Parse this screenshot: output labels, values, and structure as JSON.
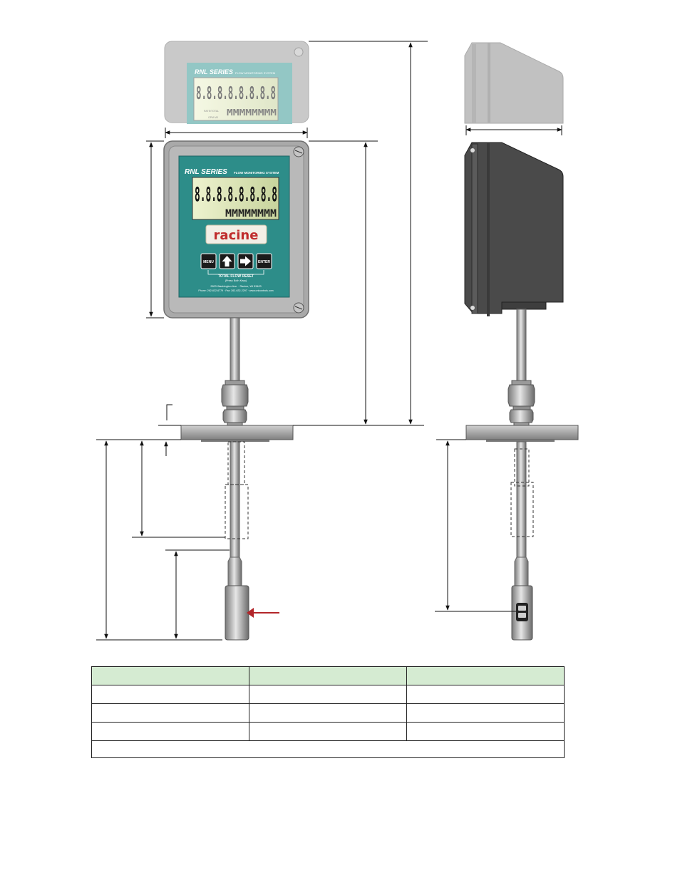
{
  "front_display": {
    "series_title": "RNL SERIES",
    "subtitle": "FLOW MONITORING SYSTEM",
    "lcd_digits": "8.8.8.8.8.8.8.8",
    "lcd_segments": "MMMMMMMM",
    "logo": "racine",
    "buttons": {
      "menu": "MENU",
      "up": "▲",
      "right": "▶",
      "enter": "ENTER"
    },
    "reset_label": "TOTAL FLOW RESET",
    "reset_sub": "(Press Both Keys)",
    "address_line": "2623 Washington Ave. · Racine, WI 53403",
    "contact_line": "Phone: 262-632-6779 · Fax: 262-632-2297 · www.onicontrols.com"
  },
  "top_display": {
    "series_title": "RNL SERIES",
    "subtitle": "FLOW MONITORING SYSTEM",
    "lcd_digits": "8.8.8.8.8.8.8.8",
    "lcd_segments": "MMMMMMMM",
    "small_label_1": "RATE/TOTAL",
    "small_label_2": "GPM M3"
  },
  "colors": {
    "enclosure": "#a8a8a8",
    "faceplate": "#2f8f8c",
    "lcd": "#dde6b8",
    "side_housing": "#4a4a4a",
    "arrow": "#b3262a",
    "table_header": "#d5ebd2"
  },
  "table": {
    "rows": [
      [
        "",
        "",
        ""
      ],
      [
        "",
        "",
        ""
      ],
      [
        "",
        "",
        ""
      ],
      [
        "",
        "",
        ""
      ]
    ],
    "footnote": ""
  }
}
